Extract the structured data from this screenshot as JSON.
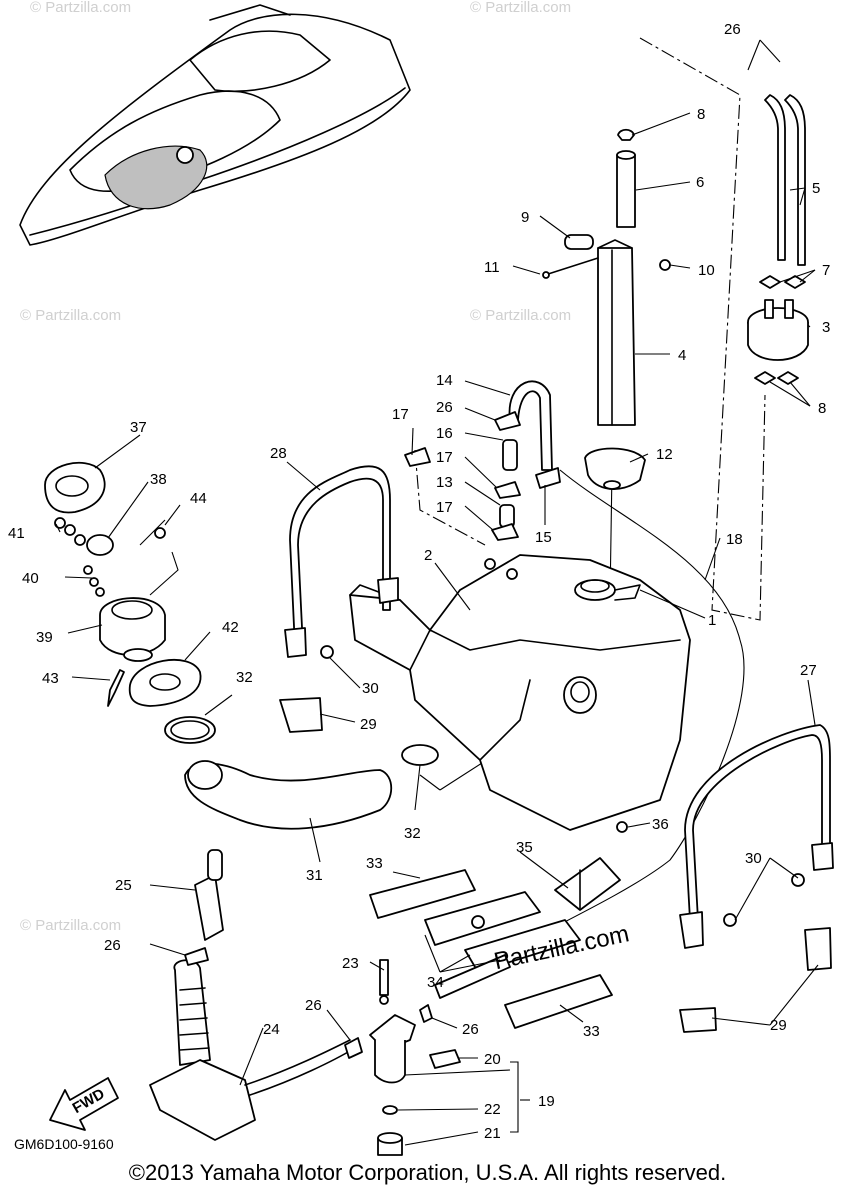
{
  "diagram": {
    "code": "GM6D100-9160",
    "copyright": "©2013 Yamaha Motor Corporation, U.S.A. All rights reserved.",
    "fwd_label": "FWD",
    "watermark": "© Partzilla.com",
    "watermark_logo": "Partzilla.com",
    "callouts": [
      "1",
      "2",
      "3",
      "4",
      "5",
      "6",
      "7",
      "8",
      "9",
      "10",
      "11",
      "12",
      "13",
      "14",
      "15",
      "16",
      "17",
      "18",
      "19",
      "20",
      "21",
      "22",
      "23",
      "24",
      "25",
      "26",
      "27",
      "28",
      "29",
      "30",
      "31",
      "32",
      "33",
      "34",
      "35",
      "36",
      "37",
      "38",
      "39",
      "40",
      "41",
      "42",
      "43",
      "44"
    ]
  }
}
